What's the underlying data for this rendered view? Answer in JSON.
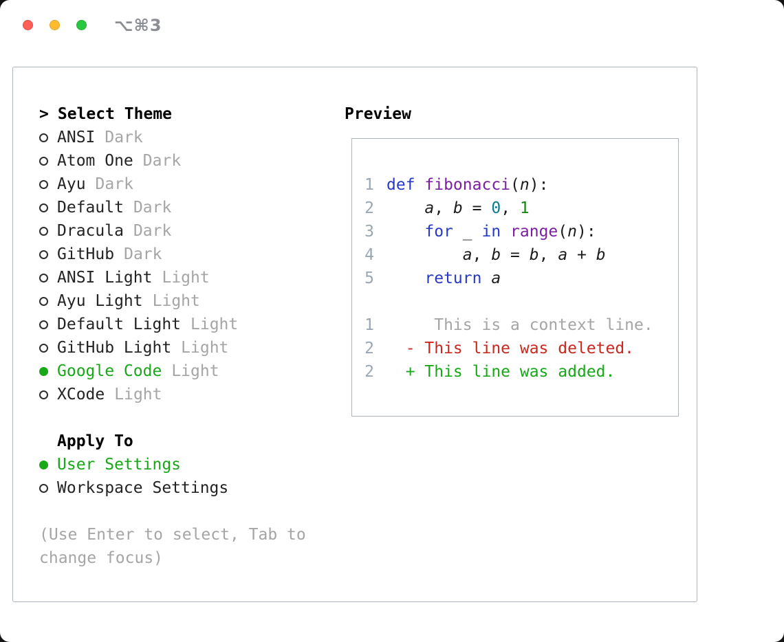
{
  "window": {
    "shortcut": "⌥⌘3",
    "traffic_lights": [
      "close",
      "minimize",
      "zoom"
    ]
  },
  "picker": {
    "cursor": ">",
    "title": "Select Theme",
    "themes": [
      {
        "name": "ANSI",
        "variant": "Dark",
        "selected": false
      },
      {
        "name": "Atom One",
        "variant": "Dark",
        "selected": false
      },
      {
        "name": "Ayu",
        "variant": "Dark",
        "selected": false
      },
      {
        "name": "Default",
        "variant": "Dark",
        "selected": false
      },
      {
        "name": "Dracula",
        "variant": "Dark",
        "selected": false
      },
      {
        "name": "GitHub",
        "variant": "Dark",
        "selected": false
      },
      {
        "name": "ANSI Light",
        "variant": "Light",
        "selected": false
      },
      {
        "name": "Ayu Light",
        "variant": "Light",
        "selected": false
      },
      {
        "name": "Default Light",
        "variant": "Light",
        "selected": false
      },
      {
        "name": "GitHub Light",
        "variant": "Light",
        "selected": false
      },
      {
        "name": "Google Code",
        "variant": "Light",
        "selected": true
      },
      {
        "name": "XCode",
        "variant": "Light",
        "selected": false
      }
    ],
    "apply_to": {
      "title": "Apply To",
      "options": [
        {
          "label": "User Settings",
          "selected": true
        },
        {
          "label": "Workspace Settings",
          "selected": false
        }
      ]
    },
    "hint": "(Use Enter to select, Tab to\nchange focus)"
  },
  "preview": {
    "title": "Preview",
    "code_lines": [
      {
        "num": "1",
        "tokens": [
          {
            "t": "def ",
            "c": "kw"
          },
          {
            "t": "fibonacci",
            "c": "fn"
          },
          {
            "t": "(",
            "c": "pl"
          },
          {
            "t": "n",
            "c": "var"
          },
          {
            "t": "):",
            "c": "pl"
          }
        ]
      },
      {
        "num": "2",
        "tokens": [
          {
            "t": "    ",
            "c": "pl"
          },
          {
            "t": "a",
            "c": "var"
          },
          {
            "t": ", ",
            "c": "pl"
          },
          {
            "t": "b",
            "c": "var"
          },
          {
            "t": " = ",
            "c": "pl"
          },
          {
            "t": "0",
            "c": "lit"
          },
          {
            "t": ", ",
            "c": "pl"
          },
          {
            "t": "1",
            "c": "num"
          }
        ]
      },
      {
        "num": "3",
        "tokens": [
          {
            "t": "    ",
            "c": "pl"
          },
          {
            "t": "for",
            "c": "kw"
          },
          {
            "t": " _ ",
            "c": "pl"
          },
          {
            "t": "in",
            "c": "kw"
          },
          {
            "t": " ",
            "c": "pl"
          },
          {
            "t": "range",
            "c": "fn"
          },
          {
            "t": "(",
            "c": "pl"
          },
          {
            "t": "n",
            "c": "var"
          },
          {
            "t": "):",
            "c": "pl"
          }
        ]
      },
      {
        "num": "4",
        "tokens": [
          {
            "t": "        ",
            "c": "pl"
          },
          {
            "t": "a",
            "c": "var"
          },
          {
            "t": ", ",
            "c": "pl"
          },
          {
            "t": "b",
            "c": "var"
          },
          {
            "t": " = ",
            "c": "pl"
          },
          {
            "t": "b",
            "c": "var"
          },
          {
            "t": ", ",
            "c": "pl"
          },
          {
            "t": "a",
            "c": "var"
          },
          {
            "t": " + ",
            "c": "pl"
          },
          {
            "t": "b",
            "c": "var"
          }
        ]
      },
      {
        "num": "5",
        "tokens": [
          {
            "t": "    ",
            "c": "pl"
          },
          {
            "t": "return",
            "c": "kw"
          },
          {
            "t": " ",
            "c": "pl"
          },
          {
            "t": "a",
            "c": "var"
          }
        ]
      }
    ],
    "diff_lines": [
      {
        "num": "1",
        "text": "     This is a context line.",
        "type": "context"
      },
      {
        "num": "2",
        "text": "  - This line was deleted.",
        "type": "deleted"
      },
      {
        "num": "2",
        "text": "  + This line was added.",
        "type": "added"
      }
    ]
  },
  "colors": {
    "accent_green": "#18a718",
    "deleted_red": "#c8281e",
    "keyword_blue": "#2639c9",
    "function_purple": "#7b1fa2",
    "literal_teal": "#0b7a8c",
    "number_green": "#128a12",
    "muted_gray": "#a5a5a5",
    "line_number_gray": "#9aa7b3",
    "traffic_red": "#ff5f57",
    "traffic_yellow": "#febc2e",
    "traffic_green": "#29c73f"
  }
}
